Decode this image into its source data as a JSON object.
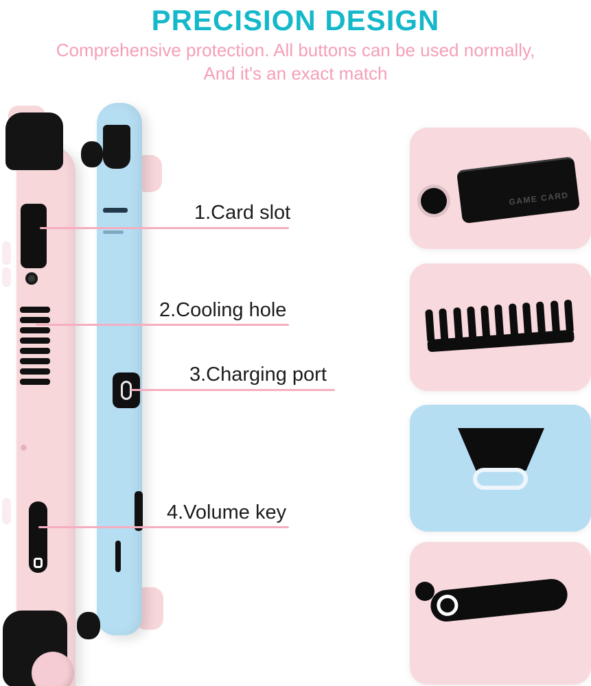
{
  "header": {
    "title": "PRECISION DESIGN",
    "subtitle_line1": "Comprehensive protection. All buttons can be used normally,",
    "subtitle_line2": "And it's an exact match"
  },
  "annotations": [
    {
      "label": "1.Card slot"
    },
    {
      "label": "2.Cooling hole"
    },
    {
      "label": "3.Charging port"
    },
    {
      "label": "4.Volume key"
    }
  ],
  "details": [
    {
      "name": "card-slot-closeup",
      "caption": "GAME CARD"
    },
    {
      "name": "cooling-hole-closeup"
    },
    {
      "name": "charging-port-closeup"
    },
    {
      "name": "volume-key-closeup"
    }
  ],
  "colors": {
    "title": "#14b8ca",
    "subtitle": "#f49fb7",
    "pink_case": "#f8d7db",
    "blue_case": "#b6def3",
    "leader_line": "#f5aebf",
    "black_parts": "#101010"
  }
}
